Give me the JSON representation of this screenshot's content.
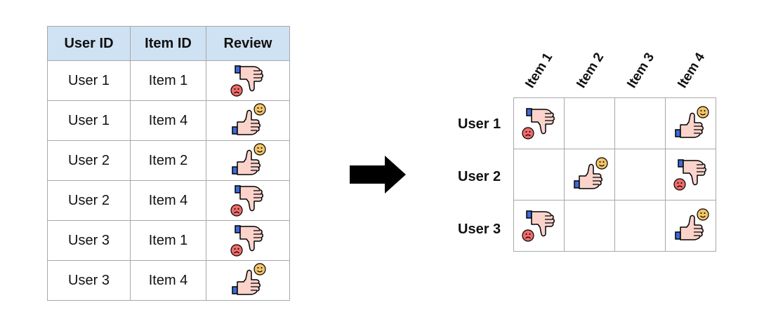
{
  "table": {
    "headers": [
      "User ID",
      "Item ID",
      "Review"
    ],
    "rows": [
      {
        "user": "User 1",
        "item": "Item 1",
        "review": "thumbs-down"
      },
      {
        "user": "User 1",
        "item": "Item 4",
        "review": "thumbs-up"
      },
      {
        "user": "User 2",
        "item": "Item 2",
        "review": "thumbs-up"
      },
      {
        "user": "User 2",
        "item": "Item 4",
        "review": "thumbs-down"
      },
      {
        "user": "User 3",
        "item": "Item 1",
        "review": "thumbs-down"
      },
      {
        "user": "User 3",
        "item": "Item 4",
        "review": "thumbs-up"
      }
    ]
  },
  "matrix": {
    "columns": [
      "Item 1",
      "Item 2",
      "Item 3",
      "Item 4"
    ],
    "rows": [
      "User 1",
      "User 2",
      "User 3"
    ],
    "cells": [
      [
        "thumbs-down",
        "",
        "",
        "thumbs-up"
      ],
      [
        "",
        "thumbs-up",
        "",
        "thumbs-down"
      ],
      [
        "thumbs-down",
        "",
        "",
        "thumbs-up"
      ]
    ]
  },
  "colors": {
    "header_bg": "#cfe2f3",
    "grid": "#a8a8a8",
    "hand_fill": "#fcd3cb",
    "cuff": "#3b6bd8",
    "sad_face": "#ef6b6b",
    "happy_face": "#f3c46a",
    "arrow": "#000000"
  },
  "icons": {
    "thumbs-up": "thumbs-up-with-smiley-icon",
    "thumbs-down": "thumbs-down-with-sad-face-icon",
    "arrow": "right-arrow-icon"
  }
}
